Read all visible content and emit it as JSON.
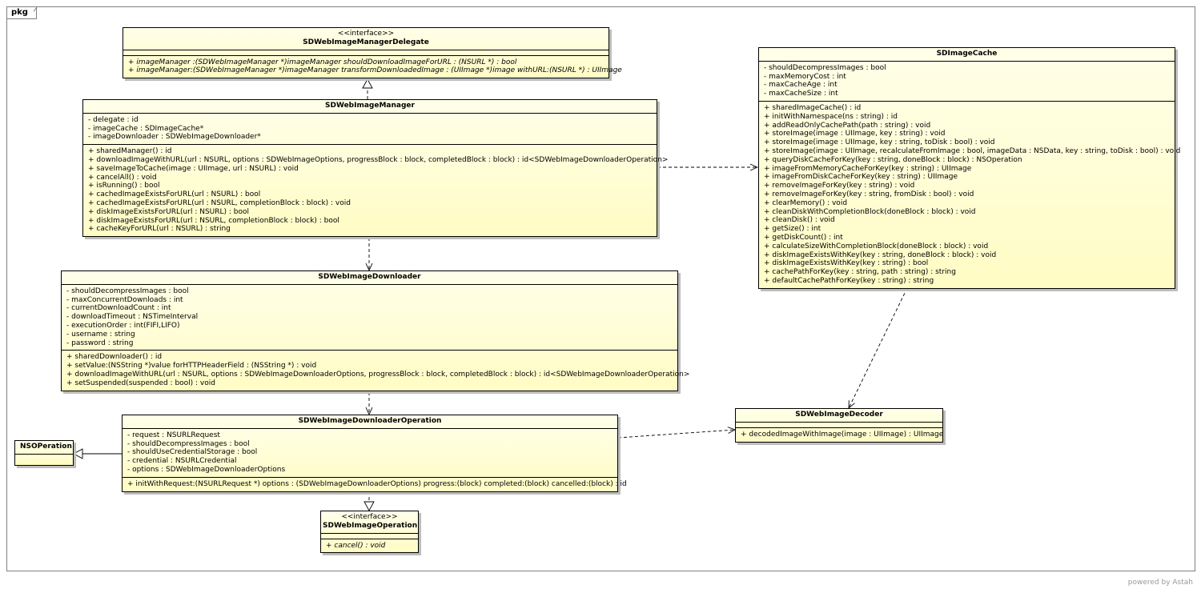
{
  "package_label": "pkg",
  "footer": {
    "text": "powered by Astah",
    "mark": ""
  },
  "classes": {
    "delegate": {
      "stereotype": "<<interface>>",
      "name": "SDWebImageManagerDelegate",
      "operations": [
        "+ imageManager :(SDWebImageManager *)imageManager shouldDownloadImageForURL : (NSURL *) : bool",
        "+ imageManager:(SDWebImageManager *)imageManager transformDownloadedImage : (UIImage *)image withURL:(NSURL *) : UIImage"
      ]
    },
    "manager": {
      "name": "SDWebImageManager",
      "attributes": [
        "- delegate : id",
        "- imageCache : SDImageCache*",
        "- imageDownloader : SDWebImageDownloader*"
      ],
      "operations": [
        "+ sharedManager() : id",
        "+ downloadImageWithURL(url : NSURL, options : SDWebImageOptions, progressBlock : block, completedBlock : block) : id<SDWebImageDownloaderOperation>",
        "+ saveImageToCache(image : UIImage, url : NSURL) : void",
        "+ cancelAll() : void",
        "+ isRunning() : bool",
        "+ cachedImageExistsForURL(url : NSURL) : bool",
        "+ cachedImageExistsForURL(url : NSURL, completionBlock : block) : void",
        "+ diskImageExistsForURL(url : NSURL) : bool",
        "+ diskImageExistsForURL(url : NSURL, completionBlock : block) : bool",
        "+ cacheKeyForURL(url : NSURL) : string"
      ]
    },
    "downloader": {
      "name": "SDWebImageDownloader",
      "attributes": [
        "- shouldDecompressImages : bool",
        "- maxConcurrentDownloads : int",
        "- currentDownloadCount : int",
        "- downloadTimeout : NSTimeInterval",
        "- executionOrder : int(FIFI,LIFO)",
        "- username : string",
        "- password : string"
      ],
      "operations": [
        "+ sharedDownloader() : id",
        "+ setValue:(NSString *)value forHTTPHeaderField : (NSString *) : void",
        "+ downloadImageWithURL(url : NSURL, options : SDWebImageDownloaderOptions, progressBlock : block, completedBlock : block) : id<SDWebImageDownloaderOperation>",
        "+ setSuspended(suspended : bool) : void"
      ]
    },
    "operation": {
      "name": "SDWebImageDownloaderOperation",
      "attributes": [
        "- request : NSURLRequest",
        "- shouldDecompressImages : bool",
        "- shouldUseCredentialStorage : bool",
        "- credential : NSURLCredential",
        "- options : SDWebImageDownloaderOptions"
      ],
      "operations": [
        "+ initWithRequest:(NSURLRequest *) options : (SDWebImageDownloaderOptions) progress:(block) completed:(block) cancelled:(block) : id"
      ]
    },
    "nsoperation": {
      "name": "NSOPeration"
    },
    "webop": {
      "stereotype": "<<interface>>",
      "name": "SDWebImageOperation",
      "operations": [
        "+ cancel() : void"
      ]
    },
    "cache": {
      "name": "SDImageCache",
      "attributes": [
        "- shouldDecompressImages : bool",
        "- maxMemoryCost : int",
        "- maxCacheAge : int",
        "- maxCacheSize : int"
      ],
      "operations": [
        "+ sharedImageCache() : id",
        "+ initWithNamespace(ns : string) : id",
        "+ addReadOnlyCachePath(path : string) : void",
        "+ storeImage(image : UIImage, key : string) : void",
        "+ storeImage(image : UIImage, key : string, toDisk : bool) : void",
        "+ storeImage(image : UIImage, recalculateFromImage : bool, imageData : NSData, key : string, toDisk : bool) : void",
        "+ queryDiskCacheForKey(key : string, doneBlock : block) : NSOperation",
        "+ imageFromMemoryCacheForKey(key : string) : UIImage",
        "+ imageFromDiskCacheForKey(key : string) : UIImage",
        "+ removeImageForKey(key : string) : void",
        "+ removeImageForKey(key : string, fromDisk : bool) : void",
        "+ clearMemory() : void",
        "+ cleanDiskWithCompletionBlock(doneBlock : block) : void",
        "+ cleanDisk() : void",
        "+ getSize() : int",
        "+ getDiskCount() : int",
        "+ calculateSizeWithCompletionBlock(doneBlock : block) : void",
        "+ diskImageExistsWithKey(key : string, doneBlock : block) : void",
        "+ diskImageExistsWithKey(key : string) : bool",
        "+ cachePathForKey(key : string, path : string) : string",
        "+ defaultCachePathForKey(key : string) : string"
      ]
    },
    "decoder": {
      "name": "SDWebImageDecoder",
      "operations": [
        "+ decodedImageWithImage(image : UIImage) : UIImage"
      ]
    }
  }
}
